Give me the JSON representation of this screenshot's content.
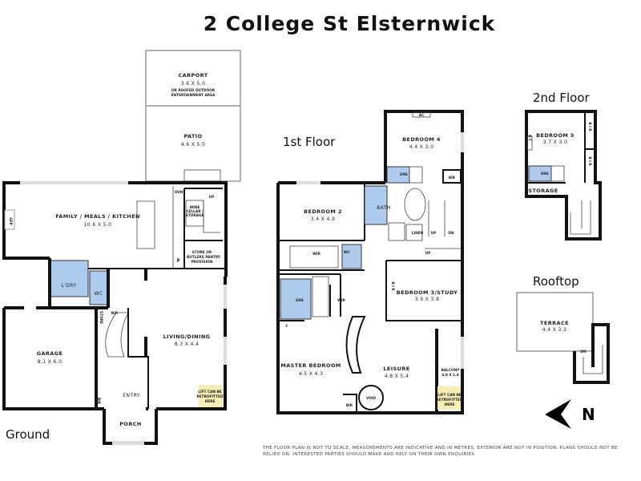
{
  "title": "2 College St Elsternwick",
  "floors": {
    "ground": {
      "label": "Ground",
      "rooms": {
        "carport": {
          "name": "CARPORT",
          "dims": "3.6 X 5.0",
          "note1": "OR ROOFED OUTDOOR",
          "note2": "ENTERTAINMENT AREA"
        },
        "patio": {
          "name": "PATIO",
          "dims": "4.6 X 5.0"
        },
        "family": {
          "name": "FAMILY / MEALS / KITCHEN",
          "dims": "10.6 X 5.0"
        },
        "gfp": "GFP",
        "ovn": "OVN",
        "wine": {
          "l1": "WINE",
          "l2": "CELLAR /",
          "l3": "STORAGE"
        },
        "up": "UP",
        "fridge": "F",
        "store": {
          "l1": "STORE OR",
          "l2": "BUTLERS PANTRY",
          "l3": "PROVISION"
        },
        "laundry": "L'DRY",
        "wc": "WC",
        "bir": "BIR",
        "store_small": "STORE",
        "garage": {
          "name": "GARAGE",
          "dims": "8.1 X 6.0"
        },
        "living": {
          "name": "LIVING/DINING",
          "dims": "8.3 X 4.4"
        },
        "lift": {
          "l1": "LIFT CAN BE",
          "l2": "RETROFITTED",
          "l3": "HERE"
        },
        "entry": "ENTRY",
        "bir2": "BIR",
        "porch": "PORCH"
      }
    },
    "first": {
      "label": "1st Floor",
      "rooms": {
        "bed4": {
          "name": "BEDROOM 4",
          "dims": "4.4 X 3.0"
        },
        "ac": "AC",
        "ens4": "ENS",
        "bir4": "BIR",
        "bed2": {
          "name": "BEDROOM 2",
          "dims": "3.4 X 4.9"
        },
        "bath": "BATH",
        "linen": "LINEN",
        "up": "UP",
        "dn": "DN",
        "up2": "UP",
        "wir1": "WIR",
        "wc": "WC",
        "ens": "ENS",
        "wir2": "WIR",
        "c": "C",
        "bir3": "B I R",
        "bed3": {
          "name": "BEDROOM 3/STUDY",
          "dims": "3.9 X 3.8"
        },
        "master": {
          "name": "MASTER BEDROOM",
          "dims": "4.5 X 4.3"
        },
        "leisure": {
          "name": "LEISURE",
          "dims": "4.8 X 5.4"
        },
        "balcony": {
          "name": "BALCONY",
          "dims": "4.8 X 1.4"
        },
        "void": "VOID",
        "birm": "BIR",
        "lift": {
          "l1": "LIFT CAN BE",
          "l2": "RETROFITTED",
          "l3": "HERE"
        }
      }
    },
    "second": {
      "label": "2nd Floor",
      "rooms": {
        "bed5": {
          "name": "BEDROOM 5",
          "dims": "3.7 X 3.0"
        },
        "ac": "A C",
        "bir_a": "B I R",
        "bir_b": "B I R",
        "ens": "ENS",
        "storage": "STORAGE"
      }
    },
    "rooftop": {
      "label": "Rooftop",
      "rooms": {
        "terrace": {
          "name": "TERRACE",
          "dims": "4.4 X 3.3"
        },
        "dn": "DN"
      }
    }
  },
  "compass": {
    "label": "N"
  },
  "disclaimer": {
    "line1": "THE FLOOR PLAN IS NOT TO SCALE; MEASUREMENTS ARE INDICATIVE AND IN METRES, EXTERIOR ARE NOT IN POSITION. PLANS SHOULD NOT BE",
    "line2": "RELIED ON. INTERESTED PARTIES SHOULD MAKE AND RELY ON THEIR OWN ENQUIRIES"
  },
  "colors": {
    "wet_area": "#aecbee",
    "lift_area": "#f6eeb5",
    "wall": "#111111"
  }
}
